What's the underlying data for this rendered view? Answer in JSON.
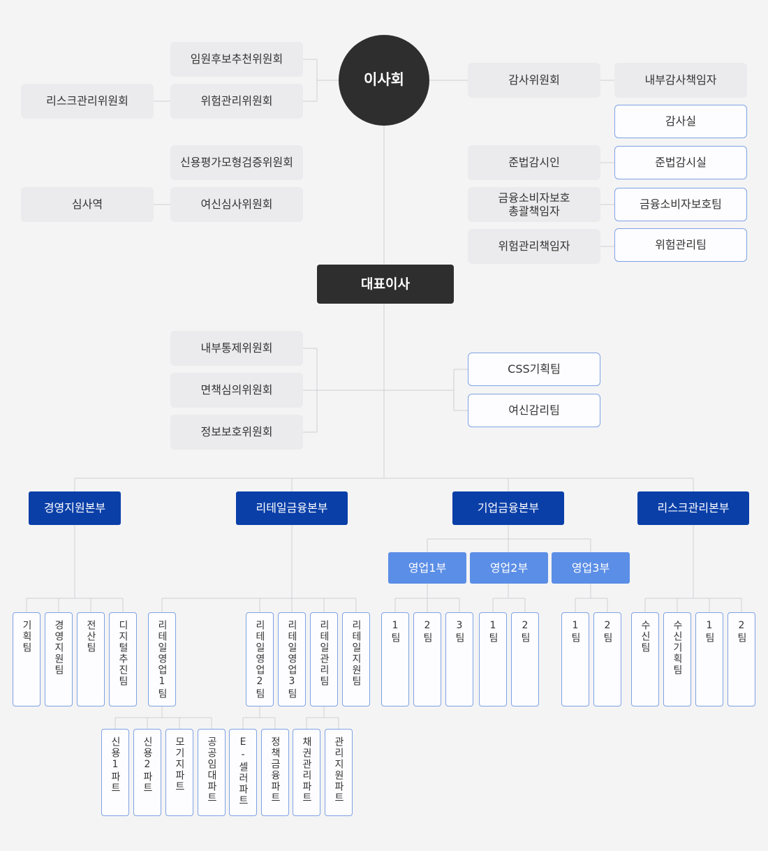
{
  "top": {
    "board": "이사회",
    "ceo": "대표이사"
  },
  "board_committees": {
    "executive_nomination": "임원후보추천위원회",
    "risk_committee": "위험관리위원회",
    "risk_mgmt_committee": "리스크관리위원회",
    "credit_model_committee": "신용평가모형검증위원회",
    "credit_review_committee": "여신심사위원회",
    "reviewer": "심사역"
  },
  "oversight": {
    "audit_committee": "감사위원회",
    "internal_audit_officer": "내부감사책임자",
    "audit_office": "감사실",
    "compliance_officer": "준법감시인",
    "compliance_office": "준법감시실",
    "consumer_officer": "금융소비자보호\n총괄책임자",
    "consumer_team": "금융소비자보호팀",
    "risk_officer": "위험관리책임자",
    "risk_team": "위험관리팀"
  },
  "ceo_committees": {
    "internal_control": "내부통제위원회",
    "immunity_review": "면책심의위원회",
    "info_protection": "정보보호위원회"
  },
  "ceo_teams": {
    "css_planning": "CSS기획팀",
    "credit_audit": "여신감리팀"
  },
  "divisions": {
    "management": "경영지원본부",
    "retail": "리테일금융본부",
    "corporate": "기업금융본부",
    "risk": "리스크관리본부"
  },
  "sales_depts": {
    "sales1": "영업1부",
    "sales2": "영업2부",
    "sales3": "영업3부"
  },
  "teams": {
    "planning": "기획팀",
    "mgmt_support": "경영지원팀",
    "it": "전산팀",
    "digital": "디지털추진팀",
    "retail_sales1": "리테일영업1팀",
    "retail_sales2": "리테일영업2팀",
    "retail_sales3": "리테일영업3팀",
    "retail_mgmt": "리테일관리팀",
    "retail_support": "리테일지원팀",
    "s1_team1": "1팀",
    "s1_team2": "2팀",
    "s1_team3": "3팀",
    "s2_team1": "1팀",
    "s2_team2": "2팀",
    "s3_team1": "1팀",
    "s3_team2": "2팀",
    "deposit": "수신팀",
    "deposit_planning": "수신기획팀",
    "risk_team1": "1팀",
    "risk_team2": "2팀"
  },
  "parts": {
    "credit1": "신용1파트",
    "credit2": "신용2파트",
    "mortgage": "모기지파트",
    "public_rental": "공공임대파트",
    "e_seller": "E-셀러파트",
    "policy_finance": "정책금융파트",
    "collection": "채권관리파트",
    "mgmt_support": "관리지원파트"
  }
}
